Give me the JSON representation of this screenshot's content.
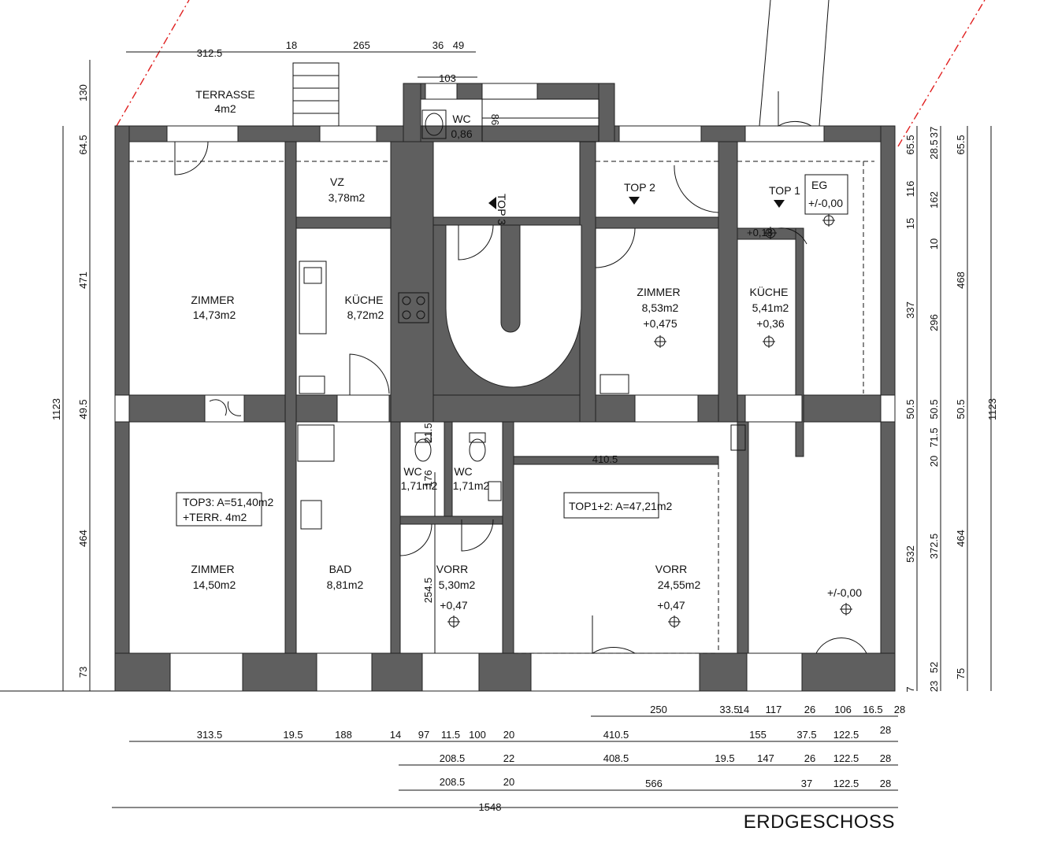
{
  "drawing": {
    "title": "ERDGESCHOSS"
  },
  "rooms": {
    "terrasse": {
      "name": "TERRASSE",
      "area": "4m2"
    },
    "vz": {
      "name": "VZ",
      "area": "3,78m2"
    },
    "zimmer_nw": {
      "name": "ZIMMER",
      "area": "14,73m2"
    },
    "kueche_w": {
      "name": "KÜCHE",
      "area": "8,72m2"
    },
    "wc_top": {
      "name": "WC",
      "area": "0,86"
    },
    "zimmer_ne": {
      "name": "ZIMMER",
      "area": "8,53m2",
      "level": "+0,475"
    },
    "kueche_e": {
      "name": "KÜCHE",
      "area": "5,41m2",
      "level": "+0,36"
    },
    "zimmer_sw": {
      "name": "ZIMMER",
      "area": "14,50m2"
    },
    "bad": {
      "name": "BAD",
      "area": "8,81m2"
    },
    "wc_1": {
      "name": "WC",
      "area": "1,71m2"
    },
    "wc_2": {
      "name": "WC",
      "area": "1,71m2"
    },
    "vorr_small": {
      "name": "VORR",
      "area": "5,30m2",
      "level": "+0,47"
    },
    "vorr_large": {
      "name": "VORR",
      "area": "24,55m2",
      "level": "+0,47"
    }
  },
  "tags": {
    "top3": "TOP3:  A=51,40m2",
    "top3_terr": "+TERR. 4m2",
    "top12": "TOP1+2:  A=47,21m2",
    "top1": "TOP 1",
    "top2": "TOP 2",
    "top3_stair": "TOP 3",
    "eg_label": "EG",
    "eg_level": "+/-0,00",
    "entry_level": "+/-0,00",
    "spot_level": "+0,18"
  },
  "dims": {
    "top_row": [
      "312.5",
      "18",
      "265",
      "36",
      "49"
    ],
    "top_small": "103",
    "left": [
      "130",
      "64.5",
      "471",
      "49.5",
      "464",
      "73",
      "1123"
    ],
    "right_inner": [
      "65.5",
      "116",
      "15",
      "337",
      "50.5",
      "532",
      "7"
    ],
    "right_mid": [
      "37",
      "28.5",
      "162",
      "10",
      "296",
      "50.5",
      "71.5",
      "20",
      "372.5",
      "52",
      "23"
    ],
    "right_outer": [
      "65.5",
      "468",
      "50.5",
      "464",
      "75",
      "1123"
    ],
    "interior": {
      "w410": "410.5",
      "wc_h": "176",
      "wc_t": "21.5",
      "wc_top": "86",
      "vorr_h": "254.5"
    },
    "bottom_row1": [
      "250",
      "33.5",
      "14",
      "117",
      "26",
      "106",
      "16.5",
      "28"
    ],
    "bottom_row2": [
      "313.5",
      "19.5",
      "188",
      "14",
      "97",
      "11.5",
      "100",
      "20",
      "410.5",
      "155",
      "37.5",
      "122.5",
      "28"
    ],
    "bottom_row3": [
      "208.5",
      "22",
      "408.5",
      "19.5",
      "147",
      "26",
      "122.5",
      "28"
    ],
    "bottom_row4": [
      "208.5",
      "20",
      "566",
      "37",
      "122.5",
      "28"
    ],
    "total": "1548"
  }
}
